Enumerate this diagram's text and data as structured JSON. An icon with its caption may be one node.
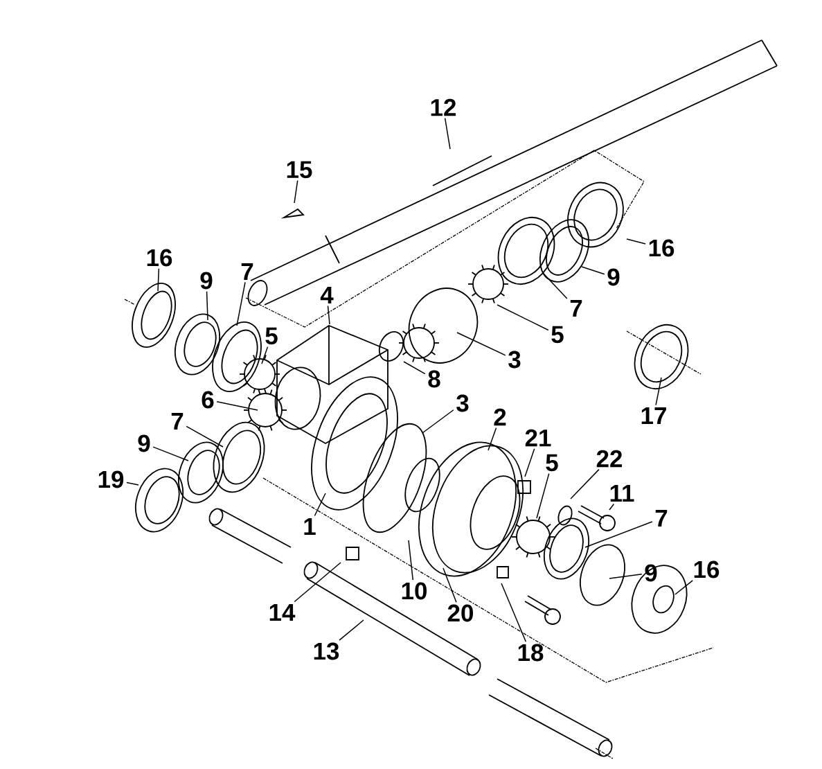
{
  "diagram": {
    "nodes": [
      {
        "text": [
          "12"
        ]
      },
      {
        "text": [
          "15"
        ]
      },
      {
        "text": [
          "16"
        ]
      },
      {
        "text": [
          "9"
        ]
      },
      {
        "text": [
          "7"
        ]
      },
      {
        "text": [
          "4"
        ]
      },
      {
        "text": [
          "5"
        ]
      },
      {
        "text": [
          "6"
        ]
      },
      {
        "text": [
          "7"
        ]
      },
      {
        "text": [
          "9"
        ]
      },
      {
        "text": [
          "19"
        ]
      },
      {
        "text": [
          "1"
        ]
      },
      {
        "text": [
          "16"
        ]
      },
      {
        "text": [
          "9"
        ]
      },
      {
        "text": [
          "7"
        ]
      },
      {
        "text": [
          "5"
        ]
      },
      {
        "text": [
          "3"
        ]
      },
      {
        "text": [
          "8"
        ]
      },
      {
        "text": [
          "17"
        ]
      },
      {
        "text": [
          "3"
        ]
      },
      {
        "text": [
          "2"
        ]
      },
      {
        "text": [
          "21"
        ]
      },
      {
        "text": [
          "22"
        ]
      },
      {
        "text": [
          "11"
        ]
      },
      {
        "text": [
          "5"
        ]
      },
      {
        "text": [
          "7"
        ]
      },
      {
        "text": [
          "9"
        ]
      },
      {
        "text": [
          "16"
        ]
      },
      {
        "text": [
          "14"
        ]
      },
      {
        "text": [
          "13"
        ]
      },
      {
        "text": [
          "10"
        ]
      },
      {
        "text": [
          "20"
        ]
      },
      {
        "text": [
          "18"
        ]
      }
    ],
    "edges": [
      {
        "from": 0,
        "to": null,
        "arrow": "none"
      },
      {
        "from": 1,
        "to": null,
        "arrow": "none"
      },
      {
        "from": 2,
        "to": null,
        "arrow": "none"
      },
      {
        "from": 3,
        "to": null,
        "arrow": "none"
      },
      {
        "from": 4,
        "to": null,
        "arrow": "none"
      },
      {
        "from": 5,
        "to": null,
        "arrow": "none"
      },
      {
        "from": 6,
        "to": null,
        "arrow": "none"
      },
      {
        "from": 7,
        "to": null,
        "arrow": "none"
      },
      {
        "from": 8,
        "to": null,
        "arrow": "none"
      },
      {
        "from": 9,
        "to": null,
        "arrow": "none"
      },
      {
        "from": 10,
        "to": null,
        "arrow": "none"
      },
      {
        "from": 11,
        "to": null,
        "arrow": "none"
      },
      {
        "from": 12,
        "to": null,
        "arrow": "none"
      },
      {
        "from": 13,
        "to": null,
        "arrow": "none"
      },
      {
        "from": 14,
        "to": null,
        "arrow": "none"
      },
      {
        "from": 15,
        "to": null,
        "arrow": "none"
      },
      {
        "from": 16,
        "to": null,
        "arrow": "none"
      },
      {
        "from": 17,
        "to": null,
        "arrow": "none"
      },
      {
        "from": 18,
        "to": null,
        "arrow": "none"
      },
      {
        "from": 19,
        "to": null,
        "arrow": "none"
      },
      {
        "from": 20,
        "to": null,
        "arrow": "none"
      },
      {
        "from": 21,
        "to": null,
        "arrow": "none"
      },
      {
        "from": 22,
        "to": null,
        "arrow": "none"
      },
      {
        "from": 23,
        "to": null,
        "arrow": "none"
      },
      {
        "from": 24,
        "to": null,
        "arrow": "none"
      },
      {
        "from": 25,
        "to": null,
        "arrow": "none"
      },
      {
        "from": 26,
        "to": null,
        "arrow": "none"
      },
      {
        "from": 27,
        "to": null,
        "arrow": "none"
      },
      {
        "from": 28,
        "to": null,
        "arrow": "none"
      },
      {
        "from": 29,
        "to": null,
        "arrow": "none"
      },
      {
        "from": 30,
        "to": null,
        "arrow": "none"
      },
      {
        "from": 31,
        "to": null,
        "arrow": "none"
      },
      {
        "from": 32,
        "to": null,
        "arrow": "none"
      }
    ]
  }
}
